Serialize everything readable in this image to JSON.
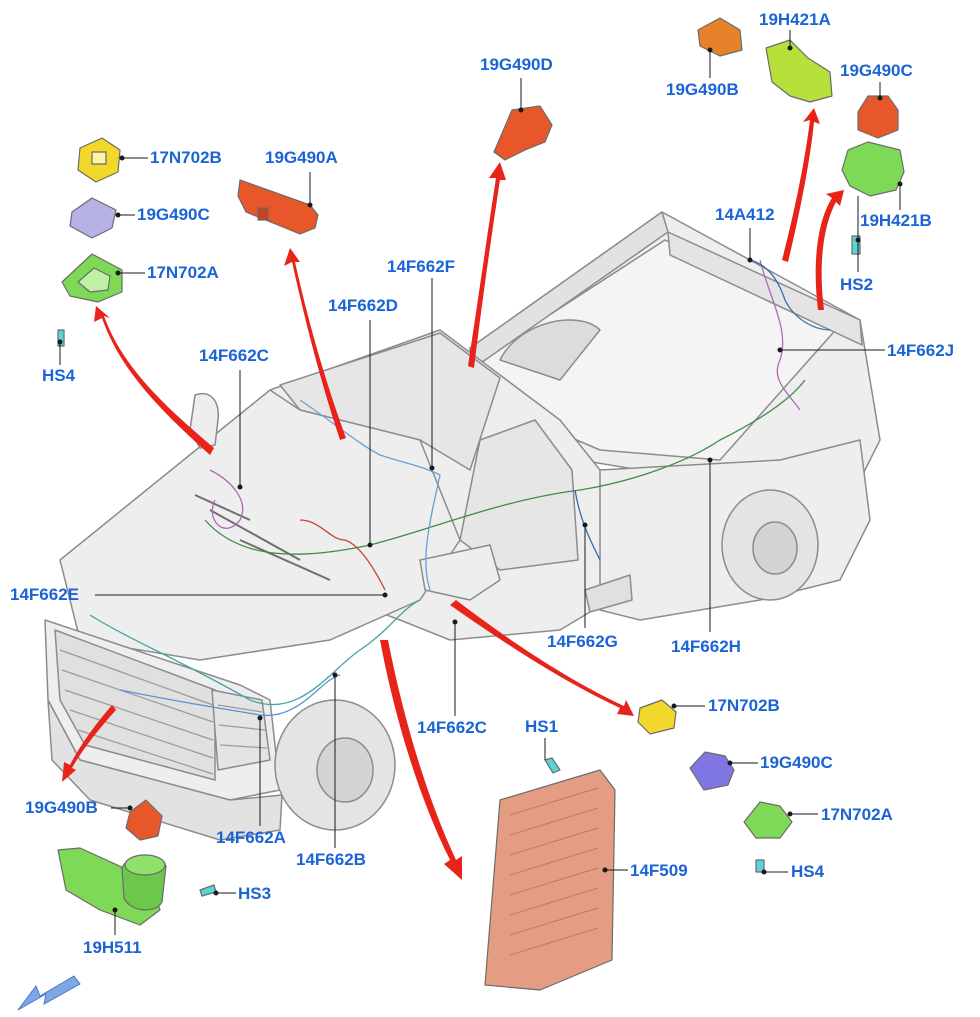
{
  "labels": {
    "l_19h421a": "19H421A",
    "l_19g490d": "19G490D",
    "l_19g490c_tr": "19G490C",
    "l_19g490b_tr": "19G490B",
    "l_17n702b_tl": "17N702B",
    "l_19g490a": "19G490A",
    "l_19g490c_tl": "19G490C",
    "l_14a412": "14A412",
    "l_19h421b": "19H421B",
    "l_14f662f": "14F662F",
    "l_17n702a_tl": "17N702A",
    "l_hs2": "HS2",
    "l_14f662d": "14F662D",
    "l_hs4_tl": "HS4",
    "l_14f662c_top": "14F662C",
    "l_14f662j": "14F662J",
    "l_14f662e": "14F662E",
    "l_14f662g": "14F662G",
    "l_14f662h": "14F662H",
    "l_17n702b_br": "17N702B",
    "l_hs1": "HS1",
    "l_14f662c_bot": "14F662C",
    "l_19g490c_br": "19G490C",
    "l_19g490b_bl": "19G490B",
    "l_17n702a_br": "17N702A",
    "l_14f662a": "14F662A",
    "l_14f509": "14F509",
    "l_14f662b": "14F662B",
    "l_hs4_br": "HS4",
    "l_hs3": "HS3",
    "l_19h511": "19H511"
  },
  "colors": {
    "label": "#1a64d6",
    "arrow": "#e8231a",
    "vehicle_fill": "#eeeeee",
    "vehicle_line": "#8c8c8c",
    "part_orange": "#e8572a",
    "part_yellow": "#f2d82a",
    "part_green": "#7ed957",
    "part_lime": "#b8e03a",
    "part_lavender": "#b7b2e6",
    "part_purple": "#7f76e3",
    "part_copper": "#e49c82",
    "part_cyan": "#5cd3d6",
    "orientation_arrow": "#7fa6e6"
  },
  "icons": [
    "front-direction-arrow-icon"
  ]
}
